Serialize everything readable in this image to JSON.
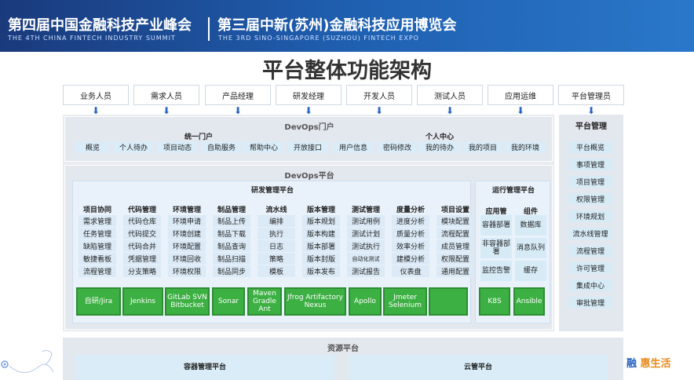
{
  "banner": {
    "cn_left": "第四届中国金融科技产业峰会",
    "en_left": "THE 4TH CHINA FINTECH INDUSTRY SUMMIT",
    "cn_right": "第三届中新(苏州)金融科技应用博览会",
    "en_right": "THE 3RD SINO-SINGAPORE (SUZHOU) FINTECH EXPO"
  },
  "title": "平台整体功能架构",
  "roles": [
    "业务人员",
    "需求人员",
    "产品经理",
    "研发经理",
    "开发人员",
    "测试人员",
    "应用运维",
    "平台管理员"
  ],
  "portal": {
    "title": "DevOps门户",
    "unified": {
      "title": "统一门户",
      "items": [
        "概览",
        "个人待办",
        "项目动态",
        "自助服务",
        "帮助中心",
        "开放接口"
      ]
    },
    "personal": {
      "title": "个人中心",
      "items": [
        "用户信息",
        "密码修改",
        "我的待办",
        "我的项目",
        "我的环境"
      ]
    }
  },
  "platform": {
    "title": "DevOps平台",
    "dev": {
      "title": "研发管理平台",
      "columns": [
        {
          "header": "项目协同",
          "items": [
            "需求管理",
            "任务管理",
            "缺陷管理",
            "敏捷看板",
            "流程管理"
          ]
        },
        {
          "header": "代码管理",
          "items": [
            "代码仓库",
            "代码提交",
            "代码合并",
            "凭据管理",
            "分支策略"
          ]
        },
        {
          "header": "环境管理",
          "items": [
            "环境申请",
            "环境创建",
            "环境配置",
            "环境回收",
            "环境权限"
          ]
        },
        {
          "header": "制品管理",
          "items": [
            "制品上传",
            "制品下载",
            "制品查询",
            "制品扫描",
            "制品同步"
          ]
        },
        {
          "header": "流水线",
          "items": [
            "编排",
            "执行",
            "日志",
            "策略",
            "模板"
          ]
        },
        {
          "header": "版本管理",
          "items": [
            "版本规划",
            "版本构建",
            "版本部署",
            "版本封版",
            "版本发布"
          ]
        },
        {
          "header": "测试管理",
          "items": [
            "测试用例",
            "测试计划",
            "测试执行",
            "自动化测试",
            "测试报告"
          ]
        },
        {
          "header": "度量分析",
          "items": [
            "进度分析",
            "质量分析",
            "效率分析",
            "建模分析",
            "仪表盘"
          ]
        },
        {
          "header": "项目设置",
          "items": [
            "模块配置",
            "流程配置",
            "成员管理",
            "权限配置",
            "通用配置"
          ]
        }
      ],
      "tools": [
        "自研/Jira",
        "Jenkins",
        "GitLab SVN Bitbucket",
        "Sonar",
        "Maven Gradle Ant",
        "Jfrog Artifactory Nexus",
        "Apollo",
        "Jmeter Selenium"
      ]
    },
    "ops": {
      "title": "运行管理平台",
      "app_header": "应用管",
      "comp_header": "组件",
      "app_items": [
        "容器部署",
        "非容器部署",
        "监控告警"
      ],
      "comp_items": [
        "数据库",
        "消息队列",
        "缓存"
      ],
      "tools": [
        "K8S",
        "Ansible"
      ]
    }
  },
  "mgmt": {
    "title": "平台管理",
    "items": [
      "平台概览",
      "事项管理",
      "项目管理",
      "权限管理",
      "环境规划",
      "流水线管理",
      "流程管理",
      "许可管理",
      "集成中心",
      "审批管理"
    ]
  },
  "resource": {
    "title": "资源平台",
    "container": "容器管理平台",
    "cloud": "云管平台"
  },
  "logo_right": {
    "part1": "融",
    "part2": "惠生活"
  },
  "colors": {
    "banner": "#1f5fb0",
    "tool_green": "#3cb043",
    "chip_blue": "#d9ecf8",
    "arrow_blue": "#2a63c2"
  }
}
